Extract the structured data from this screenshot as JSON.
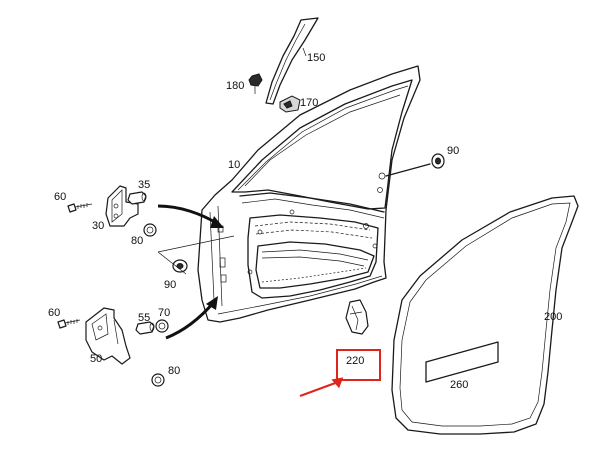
{
  "diagram": {
    "labels": {
      "p150": "150",
      "p180": "180",
      "p170": "170",
      "p10": "10",
      "p90_top": "90",
      "p35": "35",
      "p60_top": "60",
      "p30": "30",
      "p80_top": "80",
      "p90_mid": "90",
      "p60_bottom": "60",
      "p55": "55",
      "p70": "70",
      "p50": "50",
      "p80_bottom": "80",
      "p200": "200",
      "p220": "220",
      "p260": "260"
    },
    "highlight": {
      "color": "#e0241b",
      "target_label": "220"
    }
  }
}
